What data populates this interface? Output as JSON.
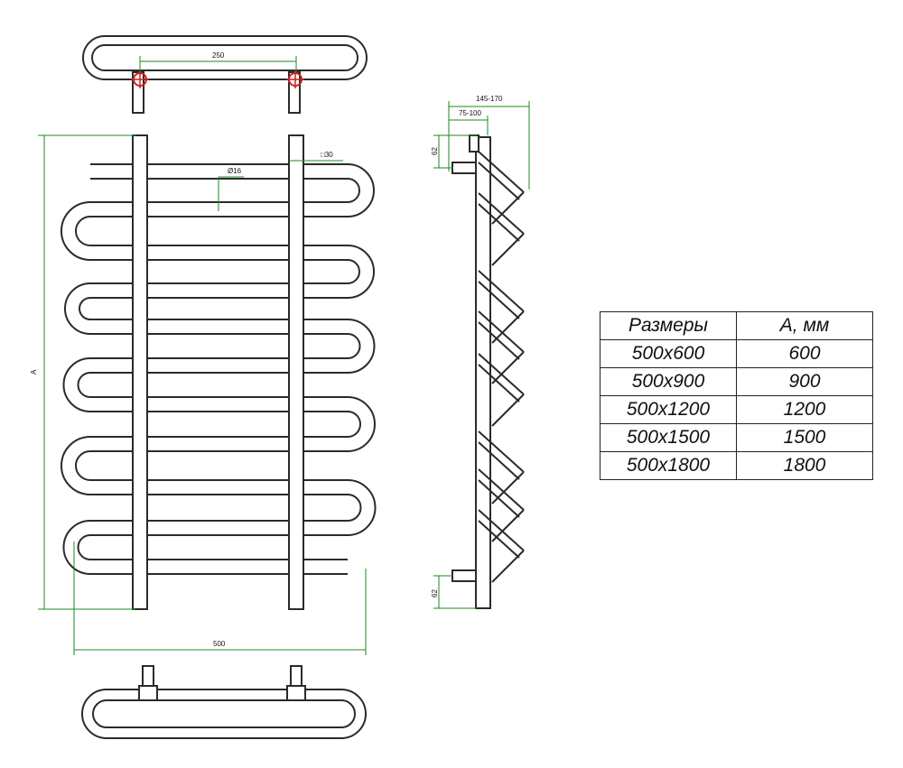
{
  "drawing": {
    "dim_center_distance": "250",
    "dim_pipe_diameter": "Ø16",
    "dim_bar_square": "□30",
    "dim_height_label": "A",
    "dim_width": "500",
    "dim_depth_total": "145-170",
    "dim_depth_wall": "75-100",
    "dim_top_offset": "62",
    "dim_bottom_offset": "62"
  },
  "table": {
    "headers": [
      "Размеры",
      "А, мм"
    ],
    "rows": [
      [
        "500х600",
        "600"
      ],
      [
        "500х900",
        "900"
      ],
      [
        "500х1200",
        "1200"
      ],
      [
        "500х1500",
        "1500"
      ],
      [
        "500х1800",
        "1800"
      ]
    ]
  },
  "colors": {
    "line": "#2b2b2b",
    "dimension": "#1e8a1e",
    "valve": "#cc2222"
  }
}
